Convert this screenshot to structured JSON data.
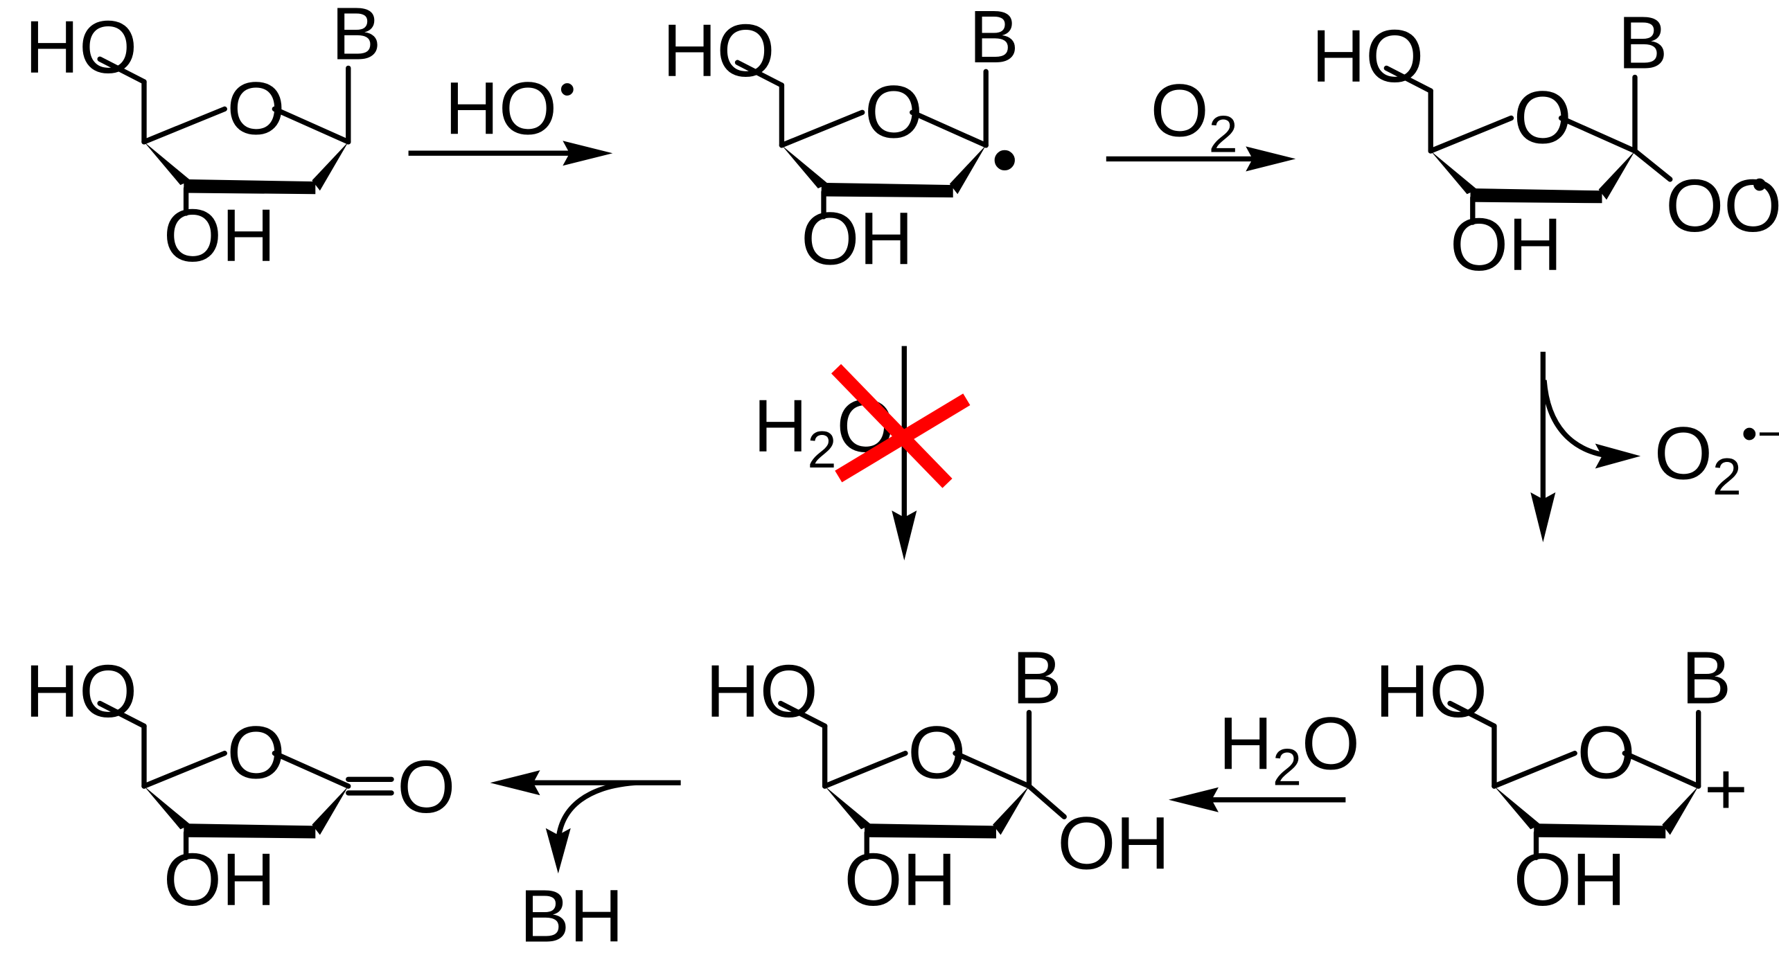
{
  "molecules": [
    {
      "hydroxymethyl": "HO",
      "ring_oxygen": "O",
      "hydroxyl": "OH",
      "base": "B"
    },
    {
      "hydroxymethyl": "HO",
      "ring_oxygen": "O",
      "hydroxyl": "OH",
      "base": "B",
      "radical": "•"
    },
    {
      "hydroxymethyl": "HO",
      "ring_oxygen": "O",
      "hydroxyl": "OH",
      "base": "B",
      "peroxyl": "OO",
      "radical": "•"
    },
    {
      "hydroxymethyl": "HO",
      "ring_oxygen": "O",
      "hydroxyl": "OH",
      "base": "B",
      "charge": "+"
    },
    {
      "hydroxymethyl": "HO",
      "ring_oxygen": "O",
      "hydroxyl": "OH",
      "base": "B",
      "anomeric_hydroxyl": "OH"
    },
    {
      "hydroxymethyl": "HO",
      "ring_oxygen": "O",
      "hydroxyl": "OH",
      "carbonyl_oxygen": "O"
    }
  ],
  "reagents": {
    "hydroxyl_radical": {
      "main": "HO",
      "radical": "•"
    },
    "oxygen": {
      "main": "O",
      "subscript": "2"
    },
    "water_blocked": {
      "main_h": "H",
      "subscript": "2",
      "main_o": "O"
    },
    "superoxide": {
      "main": "O",
      "subscript": "2",
      "superscript": "•−"
    },
    "water": {
      "main_h": "H",
      "subscript": "2",
      "main_o": "O"
    },
    "released_base": "BH"
  },
  "colors": {
    "ink": "#000000",
    "blocked_cross": "#ff0000"
  }
}
